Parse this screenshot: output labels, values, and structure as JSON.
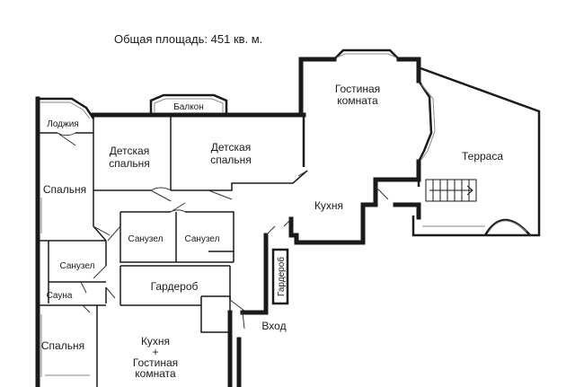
{
  "header": {
    "total_area": "Общая площадь: 451 кв. м."
  },
  "rooms": {
    "loggia": "Лоджия",
    "balcony": "Балкон",
    "living_room_1": "Гостиная",
    "living_room_2": "комната",
    "terrace": "Терраса",
    "kids_bedroom_a_1": "Детская",
    "kids_bedroom_a_2": "спальня",
    "kids_bedroom_b_1": "Детская",
    "kids_bedroom_b_2": "спальня",
    "bedroom_top": "Спальня",
    "kitchen_top": "Кухня",
    "bathroom_1": "Санузел",
    "bathroom_2": "Санузел",
    "bathroom_left": "Санузел",
    "sauna": "Сауна",
    "wardrobe": "Гардероб",
    "wardrobe_vertical": "Гардероб",
    "entrance": "Вход",
    "bedroom_bottom": "Спальня",
    "kitchen_living_1": "Кухня",
    "kitchen_living_2": "+",
    "kitchen_living_3": "Гостиная",
    "kitchen_living_4": "комната"
  }
}
